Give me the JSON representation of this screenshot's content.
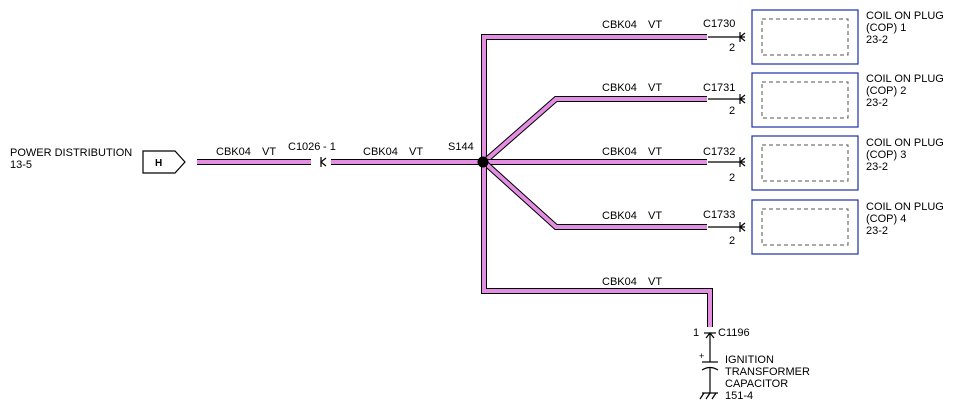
{
  "source": {
    "label": "POWER DISTRIBUTION",
    "page": "13-5",
    "connector": "H"
  },
  "inline_connector": {
    "id": "C1026",
    "pin": "- 1"
  },
  "splice": "S144",
  "wire": {
    "circuit": "CBK04",
    "color": "VT"
  },
  "coils": [
    {
      "line1": "COIL ON PLUG",
      "line2": "(COP) 1",
      "page": "23-2",
      "connector": "C1730",
      "pin": "2"
    },
    {
      "line1": "COIL ON PLUG",
      "line2": "(COP) 2",
      "page": "23-2",
      "connector": "C1731",
      "pin": "2"
    },
    {
      "line1": "COIL ON PLUG",
      "line2": "(COP) 3",
      "page": "23-2",
      "connector": "C1732",
      "pin": "2"
    },
    {
      "line1": "COIL ON PLUG",
      "line2": "(COP) 4",
      "page": "23-2",
      "connector": "C1733",
      "pin": "2"
    }
  ],
  "capacitor": {
    "line1": "IGNITION",
    "line2": "TRANSFORMER",
    "line3": "CAPACITOR",
    "page": "151-4",
    "connector": "C1196",
    "pin": "1",
    "terminal_mark": "+"
  }
}
